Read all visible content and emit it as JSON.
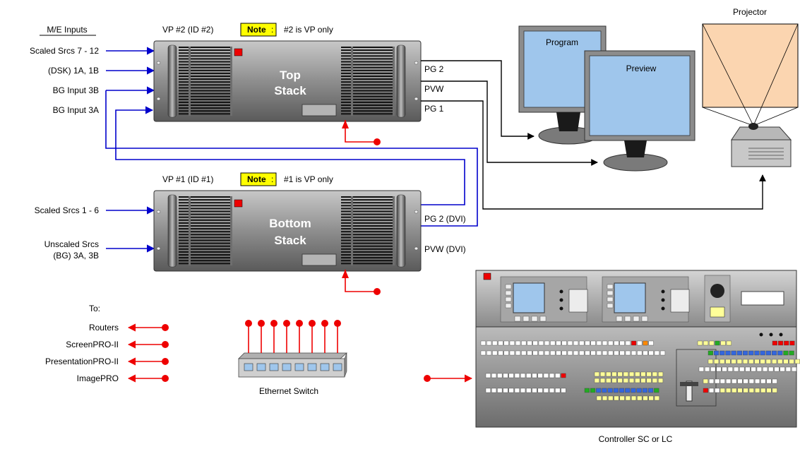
{
  "inputs": {
    "heading": "M/E Inputs",
    "top": [
      "Scaled Srcs 7 - 12",
      "(DSK) 1A, 1B",
      "BG Input 3B",
      "BG Input 3A"
    ],
    "bottom": [
      "Scaled Srcs 1 - 6",
      "Unscaled Srcs",
      "(BG) 3A, 3B"
    ]
  },
  "top_vp": {
    "title": "VP #2  (ID #2)",
    "note_label": "Note",
    "note_text": "#2 is VP only",
    "name_line1": "Top",
    "name_line2": "Stack",
    "outputs": [
      "PG 2",
      "PVW",
      "PG 1"
    ]
  },
  "bottom_vp": {
    "title": "VP #1  (ID #1)",
    "note_label": "Note",
    "note_text": "#1 is VP only",
    "name_line1": "Bottom",
    "name_line2": "Stack",
    "outputs": [
      "PG 2 (DVI)",
      "PVW (DVI)"
    ]
  },
  "monitors": {
    "program": "Program",
    "preview": "Preview"
  },
  "projector": "Projector",
  "targets": {
    "heading": "To:",
    "items": [
      "Routers",
      "ScreenPRO-II",
      "PresentationPRO-II",
      "ImagePRO"
    ]
  },
  "switch_label": "Ethernet Switch",
  "controller_label": "Controller SC or LC",
  "colors": {
    "video_line": "#0000cc",
    "ethernet": "#ee0000",
    "note_bg": "#ffff00",
    "monitor_screen": "#9fc6ec",
    "projector_screen": "#fbd5b0"
  }
}
